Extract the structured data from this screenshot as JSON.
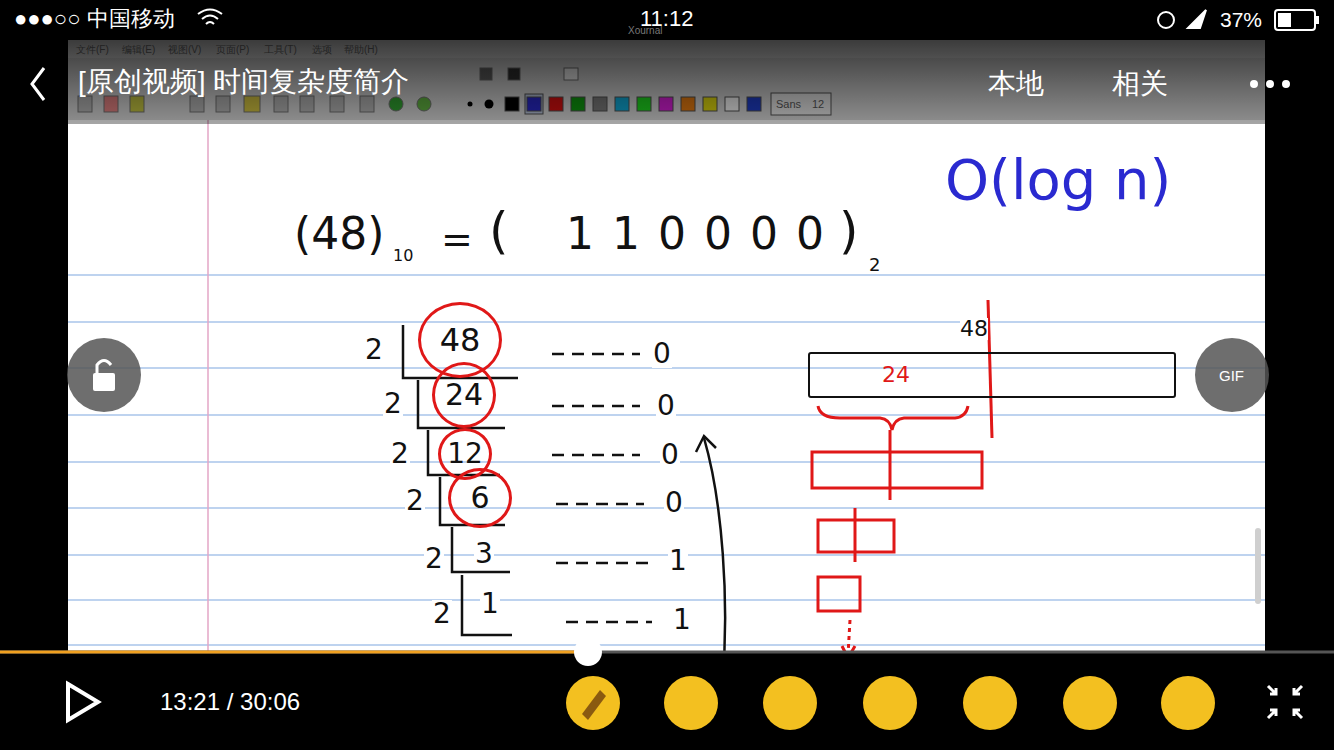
{
  "diagram": {
    "title": "[原创视频] 时间复杂度简介",
    "nodes": [
      {
        "text": [
          "48"
        ]
      },
      {
        "text": [
          "24"
        ]
      },
      {
        "text": [
          "12"
        ]
      },
      {
        "text": [
          "6"
        ]
      },
      {
        "text": [
          "48",
          "24"
        ]
      }
    ],
    "labels": [
      "●●●○○ 中国移动",
      "11:12",
      "37%",
      "本地",
      "相关",
      "文件(F)",
      "编辑(E)",
      "视图(V)",
      "页面(P)",
      "工具(T)",
      "选项",
      "帮助(H)",
      "Xournal",
      "Sans",
      "12",
      "O(log n)",
      "(48)",
      "10",
      "=",
      "(",
      "110000",
      ")",
      "2",
      "2",
      "2",
      "2",
      "2",
      "2",
      "2",
      "3",
      "1",
      "0",
      "0",
      "0",
      "0",
      "1",
      "1",
      "13:21 / 30:06",
      "GIF"
    ]
  }
}
